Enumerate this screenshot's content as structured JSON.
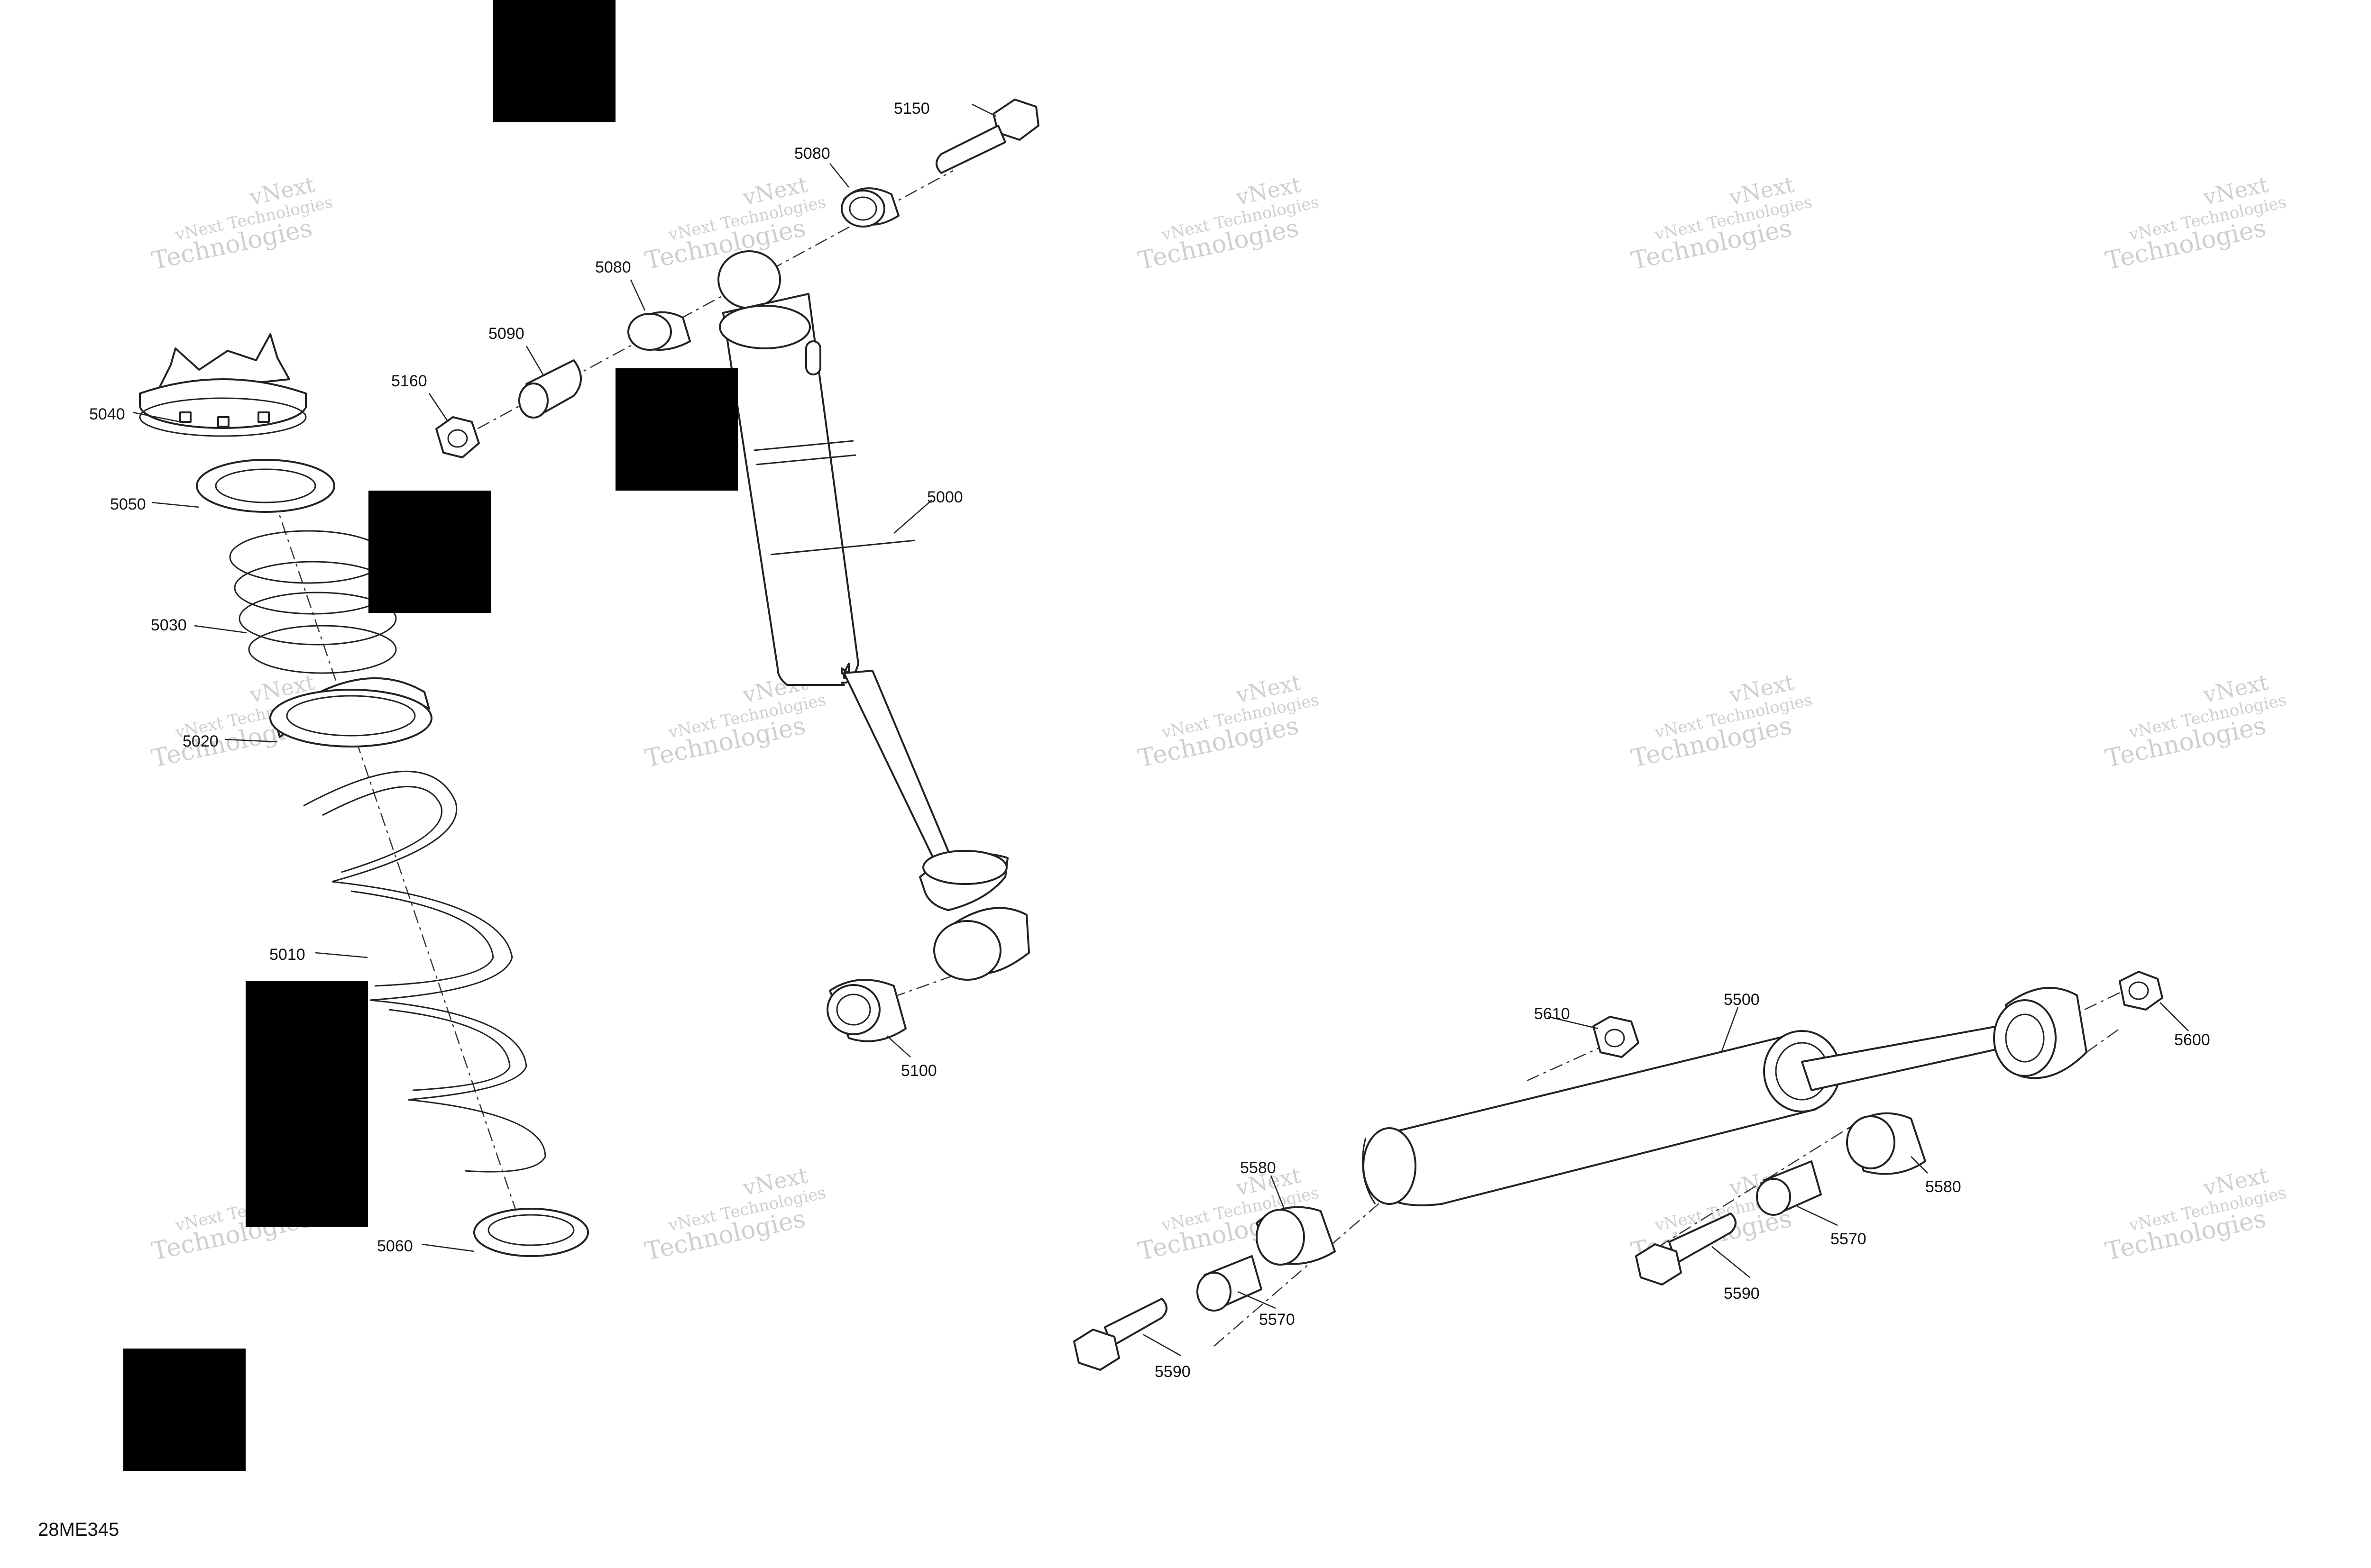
{
  "diagram": {
    "drawing_number": "28ME345",
    "watermark": {
      "line1": "vNext Technologies",
      "line2": "Technologies",
      "line3": "vNext"
    },
    "callouts": [
      {
        "id": "c5150",
        "label": "5150"
      },
      {
        "id": "c5080a",
        "label": "5080"
      },
      {
        "id": "c5080b",
        "label": "5080"
      },
      {
        "id": "c5090",
        "label": "5090"
      },
      {
        "id": "c5160",
        "label": "5160"
      },
      {
        "id": "c5040",
        "label": "5040"
      },
      {
        "id": "c5050",
        "label": "5050"
      },
      {
        "id": "c5030",
        "label": "5030"
      },
      {
        "id": "c5020",
        "label": "5020"
      },
      {
        "id": "c5010",
        "label": "5010"
      },
      {
        "id": "c5060",
        "label": "5060"
      },
      {
        "id": "c5000",
        "label": "5000"
      },
      {
        "id": "c5100",
        "label": "5100"
      },
      {
        "id": "c5610",
        "label": "5610"
      },
      {
        "id": "c5500",
        "label": "5500"
      },
      {
        "id": "c5600",
        "label": "5600"
      },
      {
        "id": "c5580a",
        "label": "5580"
      },
      {
        "id": "c5580b",
        "label": "5580"
      },
      {
        "id": "c5570a",
        "label": "5570"
      },
      {
        "id": "c5570b",
        "label": "5570"
      },
      {
        "id": "c5590a",
        "label": "5590"
      },
      {
        "id": "c5590b",
        "label": "5590"
      }
    ]
  }
}
